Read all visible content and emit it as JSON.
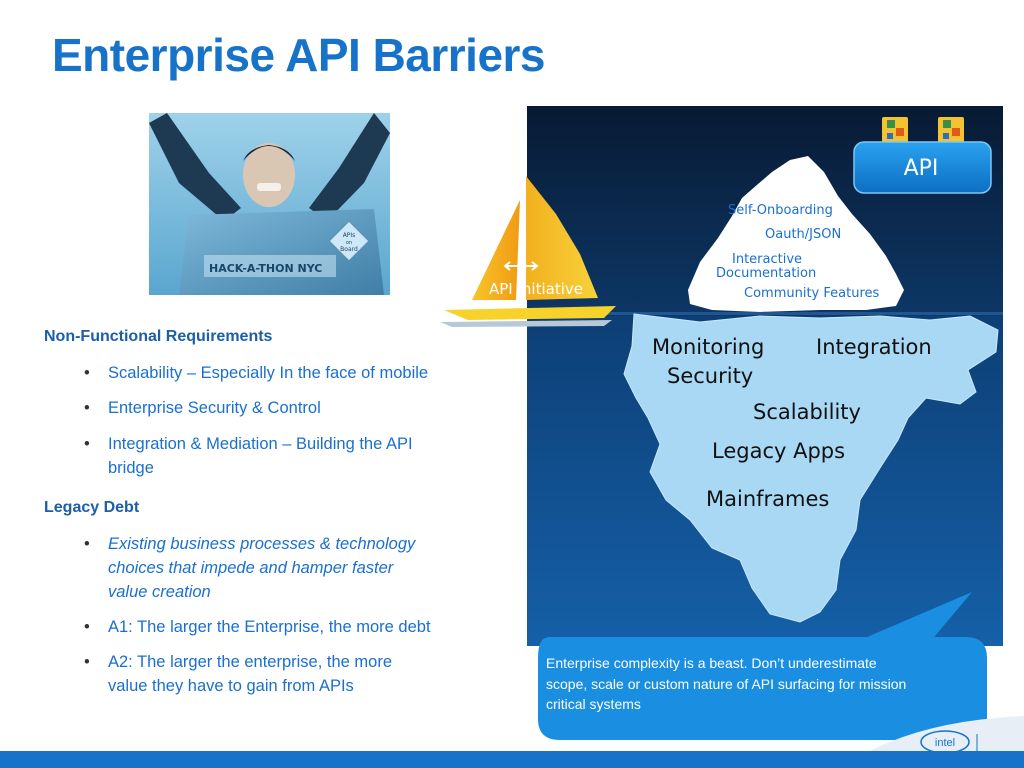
{
  "slide": {
    "title": "Enterprise API Barriers",
    "photo_sign": "HACK-A-THON NYC",
    "photo_badge": [
      "APIs",
      "on",
      "Board"
    ]
  },
  "sections": [
    {
      "heading": "Non-Functional Requirements",
      "bullets": [
        {
          "lines": [
            "Scalability – Especially In the face of mobile"
          ],
          "italic": false
        },
        {
          "lines": [
            "Enterprise Security & Control"
          ],
          "italic": false
        },
        {
          "lines": [
            "Integration & Mediation – Building the API",
            "bridge"
          ],
          "italic": false
        }
      ]
    },
    {
      "heading": "Legacy Debt",
      "bullets": [
        {
          "lines": [
            "Existing business processes & technology",
            "choices that impede and hamper faster",
            "value creation"
          ],
          "italic": true
        },
        {
          "lines": [
            "A1: The larger the Enterprise, the more debt"
          ],
          "italic": false
        },
        {
          "lines": [
            "A2: The larger the enterprise, the more",
            "value they have to gain from APIs"
          ],
          "italic": false
        }
      ]
    }
  ],
  "diagram": {
    "sailboat_label": "API Initiative",
    "api_label": "API",
    "tip_items": [
      "Self-Onboarding",
      "Oauth/JSON",
      "Interactive",
      "Documentation",
      "Community Features"
    ],
    "underwater_items": [
      "Monitoring",
      "Integration",
      "Security",
      "Scalability",
      "Legacy Apps",
      "Mainframes"
    ]
  },
  "callout": {
    "lines": [
      "Enterprise complexity is a beast. Don’t underestimate",
      "scope, scale or custom nature of API surfacing for mission",
      "critical systems"
    ]
  },
  "footer": {
    "logo_text": "intel"
  },
  "colors": {
    "title": "#1673c9",
    "heading": "#1a5fa8",
    "bullet_text": "#1a6fd0",
    "ocean_dark": "#0a2a55",
    "iceberg": "#a9d8f5",
    "sail": "#f6c21a",
    "callout_bg": "#1a8ee0",
    "footer_bar": "#1673c9"
  }
}
